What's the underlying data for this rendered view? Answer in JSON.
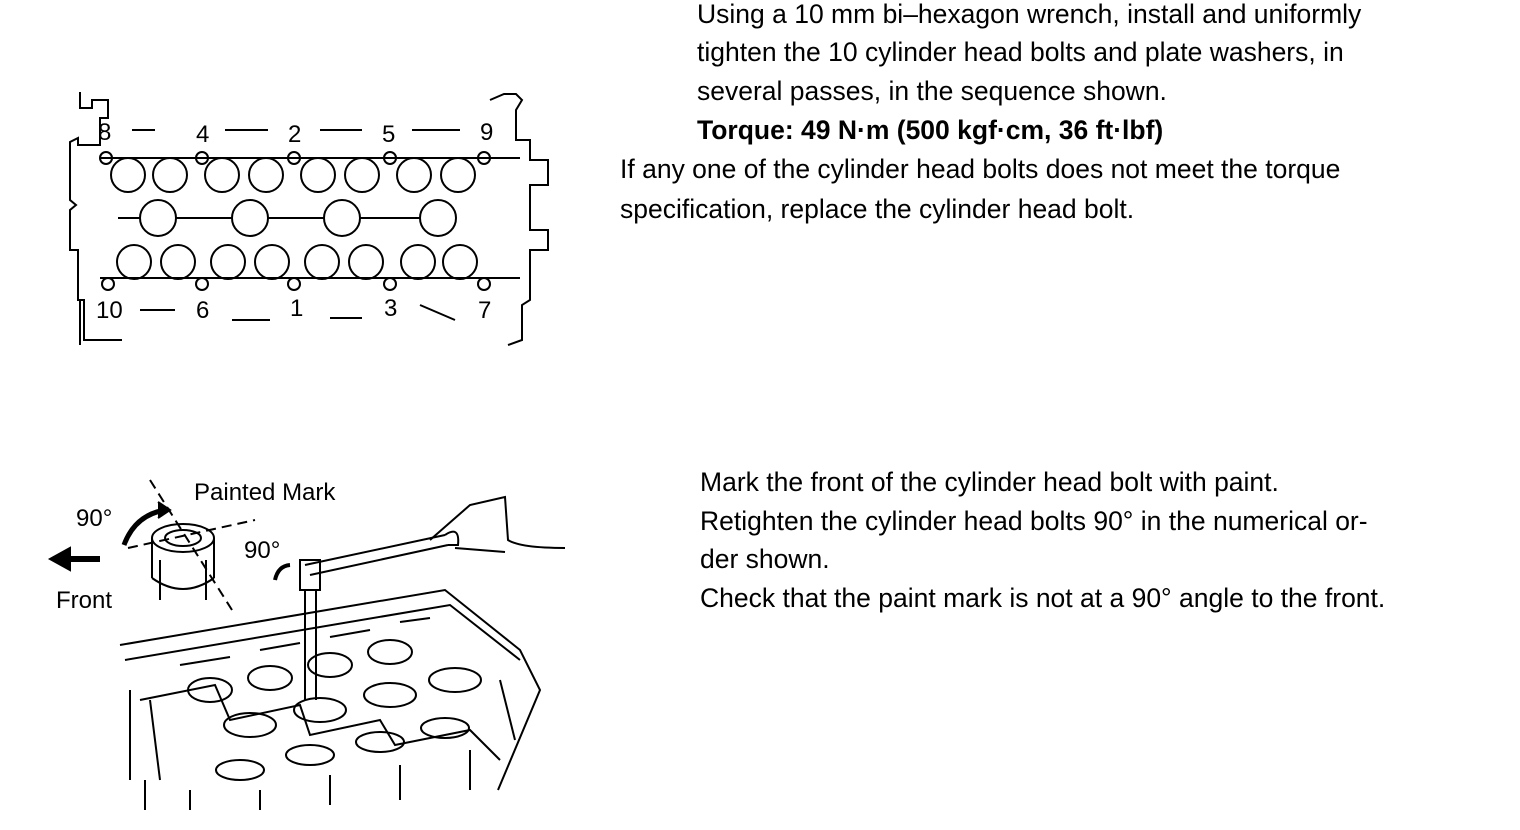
{
  "section1": {
    "lines": [
      "Using a 10 mm bi–hexagon wrench, install and uniformly",
      "tighten the 10 cylinder head bolts and plate washers, in",
      "several passes, in the sequence shown."
    ],
    "torque": "Torque: 49 N·m (500 kgf·cm, 36 ft·lbf)",
    "note_lines": [
      "If any one of the cylinder head bolts does not meet the torque",
      "specification, replace the cylinder head bolt."
    ]
  },
  "diagram1": {
    "top_numbers": [
      "8",
      "4",
      "2",
      "5",
      "9"
    ],
    "bottom_numbers": [
      "10",
      "6",
      "1",
      "3",
      "7"
    ]
  },
  "section2": {
    "lines": [
      "Mark the front of the cylinder head bolt with paint.",
      "Retighten the cylinder head bolts 90° in the numerical or-",
      "der shown.",
      "Check that the paint mark is not at a 90° angle to the front."
    ]
  },
  "diagram2": {
    "painted_mark": "Painted Mark",
    "angle_left": "90°",
    "angle_wrench": "90°",
    "front": "Front"
  }
}
